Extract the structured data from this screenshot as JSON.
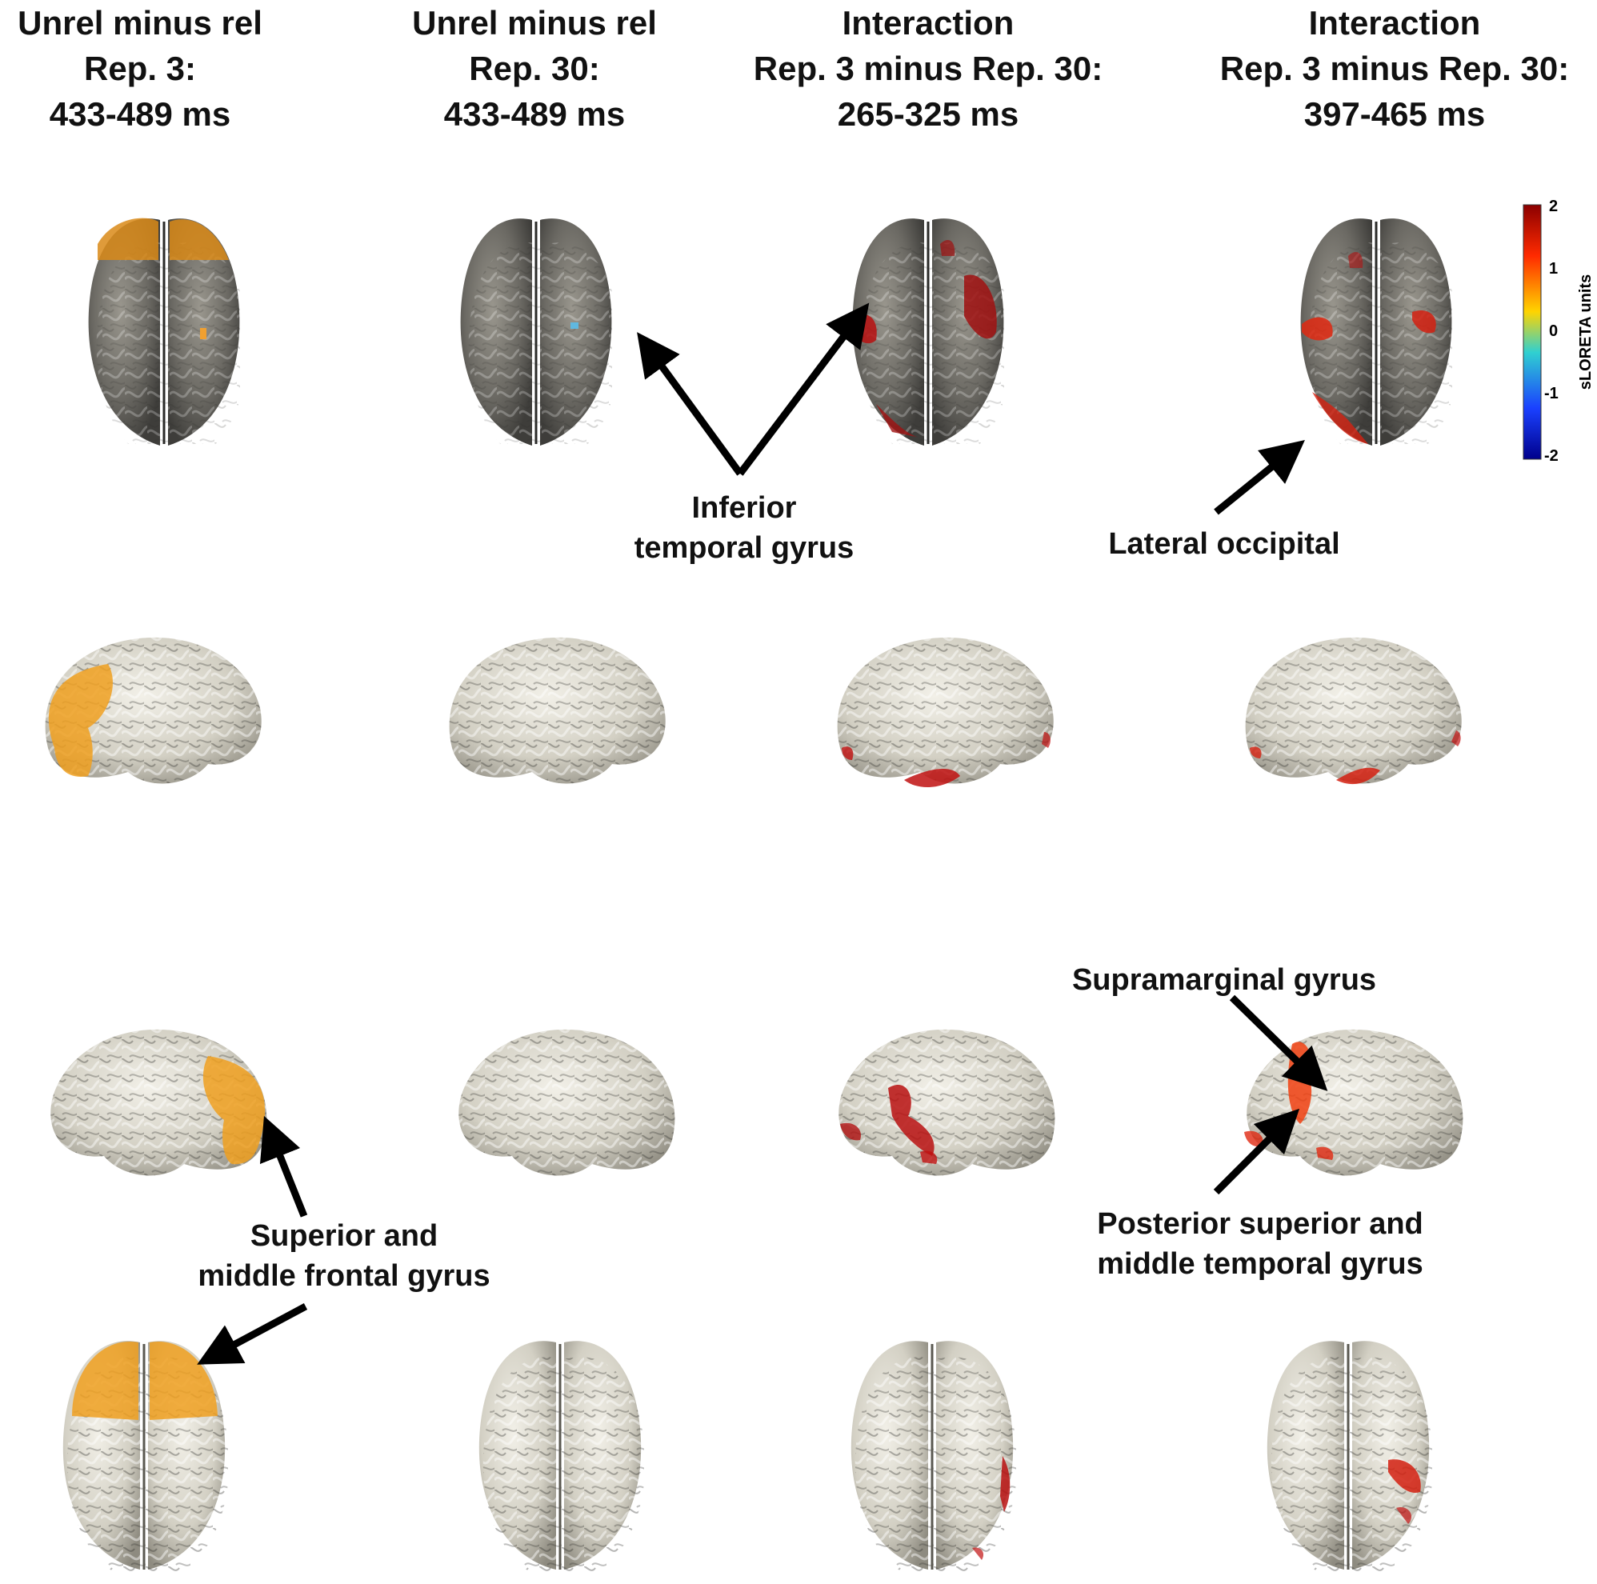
{
  "columns": [
    {
      "lines": [
        "Unrel minus rel",
        "Rep. 3:",
        "433-489 ms"
      ]
    },
    {
      "lines": [
        "Unrel minus rel",
        "Rep. 30:",
        "433-489 ms"
      ]
    },
    {
      "lines": [
        "Interaction",
        "Rep. 3 minus Rep. 30:",
        "265-325 ms"
      ]
    },
    {
      "lines": [
        "Interaction",
        "Rep. 3 minus Rep. 30:",
        "397-465 ms"
      ]
    }
  ],
  "annotations": {
    "inferior_temporal": [
      "Inferior",
      "temporal gyrus"
    ],
    "lateral_occipital": "Lateral occipital",
    "supramarginal": "Supramarginal gyrus",
    "posterior_temporal": [
      "Posterior superior and",
      "middle temporal gyrus"
    ],
    "frontal": [
      "Superior and",
      "middle frontal gyrus"
    ]
  },
  "colorbar": {
    "label": "sLORETA units",
    "ticks": [
      "2",
      "1",
      "0",
      "-1",
      "-2"
    ],
    "colors": [
      "#8b0000",
      "#ff2a00",
      "#ffd400",
      "#30d0d0",
      "#1a40ff",
      "#00008b"
    ]
  },
  "colors": {
    "cortex_dark": "#6a6862",
    "cortex_light": "#cfccc0",
    "activation_orange": "#f0a020",
    "activation_red": "#c01010"
  }
}
